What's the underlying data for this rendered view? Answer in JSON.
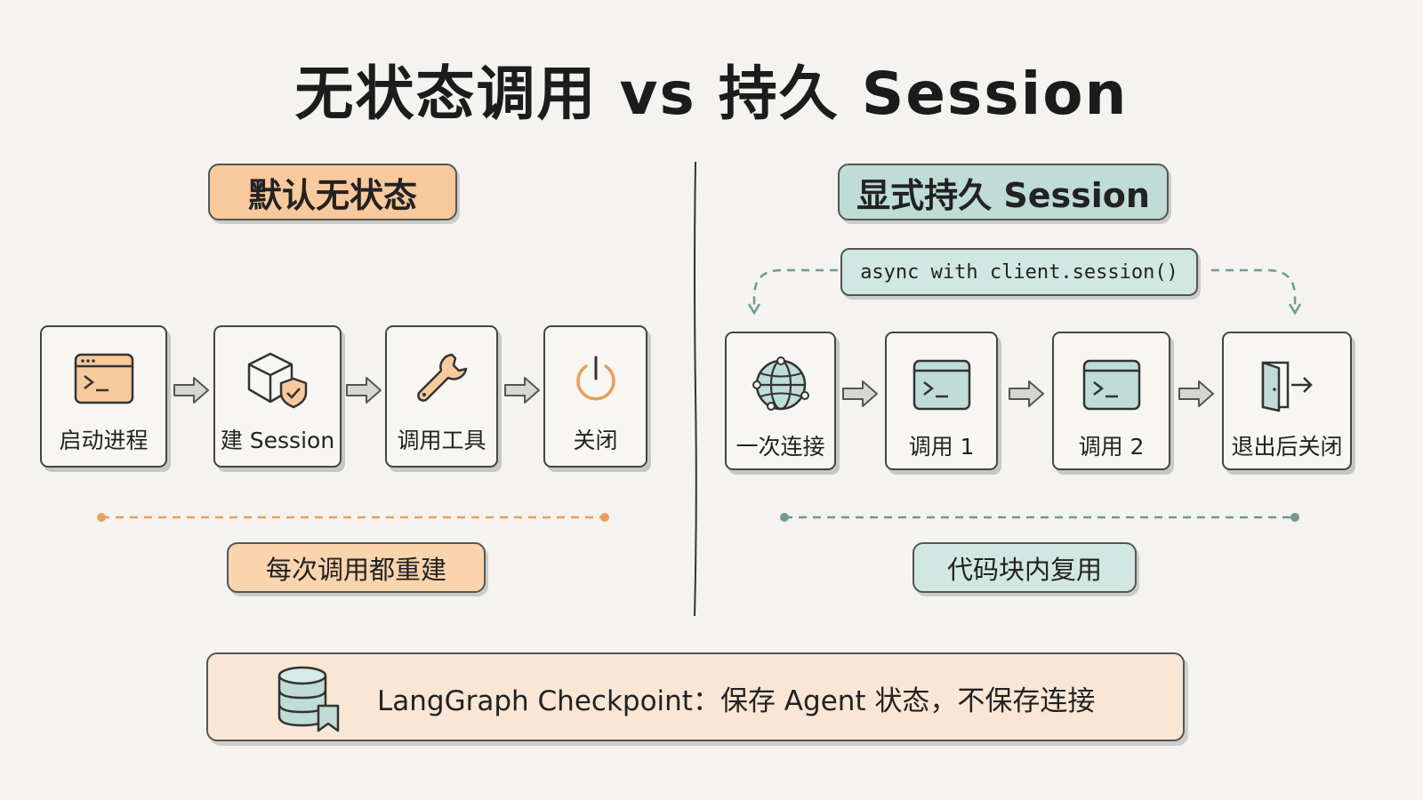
{
  "title": "无状态调用 vs 持久 Session",
  "left": {
    "heading": "默认无状态",
    "nodes": [
      {
        "label": "启动进程",
        "icon": "terminal-window-icon"
      },
      {
        "label": "建 Session",
        "icon": "cube-shield-icon"
      },
      {
        "label": "调用工具",
        "icon": "wrench-icon"
      },
      {
        "label": "关闭",
        "icon": "power-icon"
      }
    ],
    "caption": "每次调用都重建"
  },
  "right": {
    "heading": "显式持久 Session",
    "code": "async with client.session()",
    "nodes": [
      {
        "label": "一次连接",
        "icon": "globe-network-icon"
      },
      {
        "label": "调用 1",
        "icon": "terminal-icon"
      },
      {
        "label": "调用 2",
        "icon": "terminal-icon"
      },
      {
        "label": "退出后关闭",
        "icon": "exit-door-icon"
      }
    ],
    "caption": "代码块内复用"
  },
  "footer": {
    "text": "LangGraph Checkpoint：保存 Agent 状态，不保存连接",
    "icon": "database-bookmark-icon"
  },
  "colors": {
    "orange": "#f8c99c",
    "teal": "#bfdcd7",
    "line_orange": "#e5a15c",
    "line_teal": "#6f9a94",
    "background": "#f4f3ef"
  }
}
